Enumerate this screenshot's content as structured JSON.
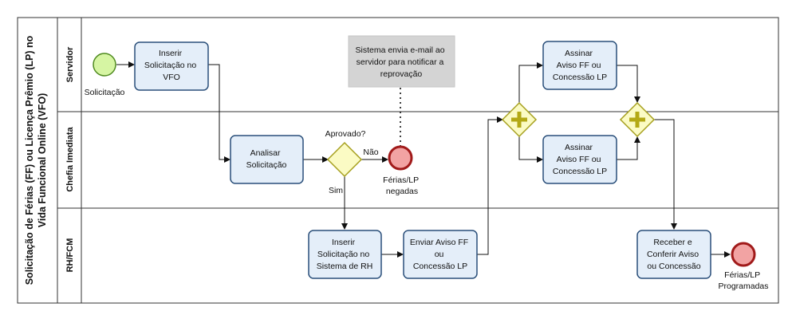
{
  "pool": {
    "title_line1": "Solicitação de Férias (FF) ou Licença Prêmio (LP) no",
    "title_line2": "Vida Funcional Online (VFO)"
  },
  "lanes": {
    "servidor": "Servidor",
    "chefia": "Chefia Imediata",
    "rh": "RH/FCM"
  },
  "tasks": {
    "inserir_vfo": [
      "Inserir",
      "Solicitação no",
      "VFO"
    ],
    "analisar": [
      "Analisar",
      "Solicitação"
    ],
    "inserir_rh": [
      "Inserir",
      "Solicitação no",
      "Sistema de RH"
    ],
    "enviar_aviso": [
      "Enviar Aviso FF",
      "ou",
      "Concessão LP"
    ],
    "assinar_servidor": [
      "Assinar",
      "Aviso FF ou",
      "Concessão LP"
    ],
    "assinar_chefia": [
      "Assinar",
      "Aviso FF ou",
      "Concessão LP"
    ],
    "receber": [
      "Receber e",
      "Conferir Aviso",
      "ou Concessão"
    ]
  },
  "events": {
    "start": "Solicitação",
    "end_negadas": [
      "Férias/LP",
      "negadas"
    ],
    "end_programadas": [
      "Férias/LP",
      "Programadas"
    ]
  },
  "gateway": {
    "question": "Aprovado?",
    "no": "Não",
    "yes": "Sim"
  },
  "annotation": [
    "Sistema envia e-mail ao",
    "servidor para notificar a",
    "reprovação"
  ],
  "colors": {
    "task_fill": "#e4eef9",
    "task_stroke": "#2a4f7a",
    "gateway_fill": "#fbfbc4",
    "gateway_stroke": "#a6a01e",
    "parallel_fill": "#fbfbc4",
    "start_fill": "#d6f5a3",
    "start_stroke": "#4f8a1f",
    "end_fill": "#f2a3a3",
    "end_stroke": "#a11a1a",
    "annotation_fill": "#d4d4d4"
  }
}
